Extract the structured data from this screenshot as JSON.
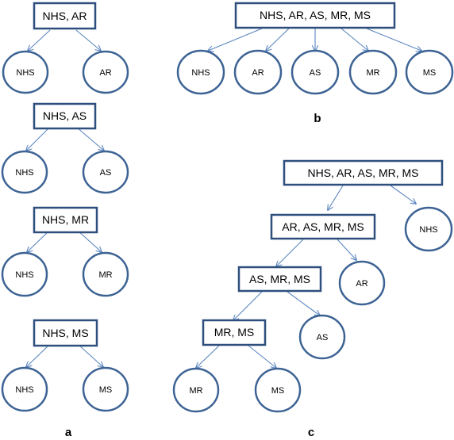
{
  "panels": {
    "a": {
      "label": "a",
      "trees": [
        {
          "root": "NHS, AR",
          "children": [
            "NHS",
            "AR"
          ]
        },
        {
          "root": "NHS, AS",
          "children": [
            "NHS",
            "AS"
          ]
        },
        {
          "root": "NHS, MR",
          "children": [
            "NHS",
            "MR"
          ]
        },
        {
          "root": "NHS, MS",
          "children": [
            "NHS",
            "MS"
          ]
        }
      ]
    },
    "b": {
      "label": "b",
      "root": "NHS, AR, AS, MR, MS",
      "children": [
        "NHS",
        "AR",
        "AS",
        "MR",
        "MS"
      ]
    },
    "c": {
      "label": "c",
      "levels": [
        {
          "root": "NHS, AR, AS, MR, MS",
          "leaf": "NHS"
        },
        {
          "root": "AR, AS, MR, MS",
          "leaf": "AR"
        },
        {
          "root": "AS, MR, MS",
          "leaf": "AS"
        },
        {
          "root": "MR, MS",
          "leaf": "MR",
          "leaf2": "MS"
        }
      ]
    }
  }
}
